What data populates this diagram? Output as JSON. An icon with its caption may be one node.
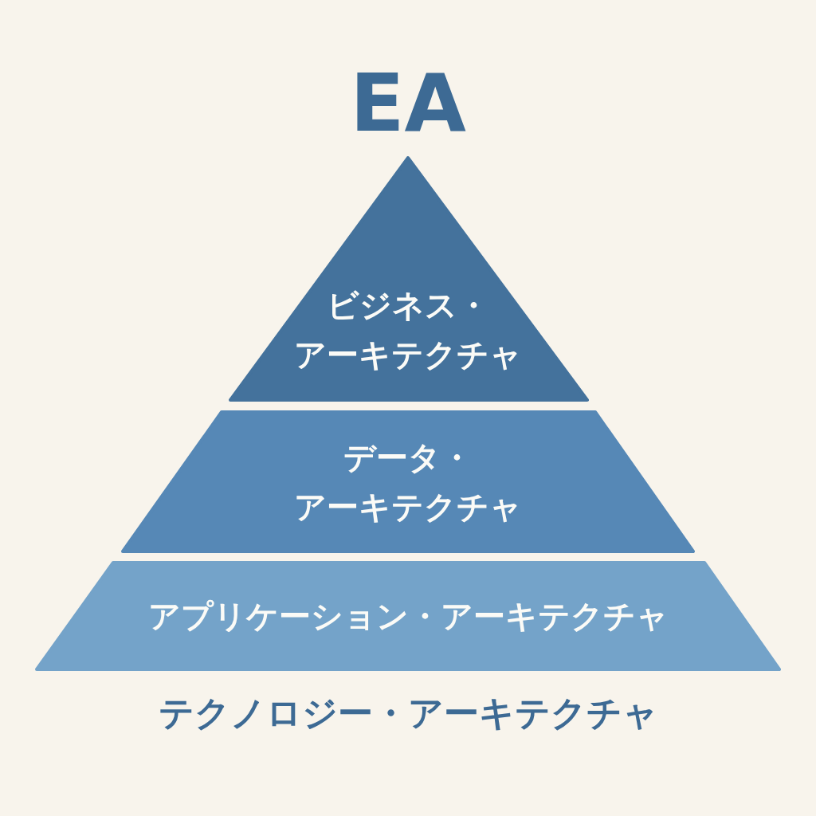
{
  "diagram": {
    "title": "EA",
    "nodes": [
      {
        "text": [
          "ビジネス・アーキテクチャ"
        ]
      },
      {
        "text": [
          "データ・アーキテクチャ"
        ]
      },
      {
        "text": [
          "アプリケーション・アーキテクチャ"
        ]
      }
    ],
    "labels": [
      "テクノロジー・アーキテクチャ"
    ]
  }
}
